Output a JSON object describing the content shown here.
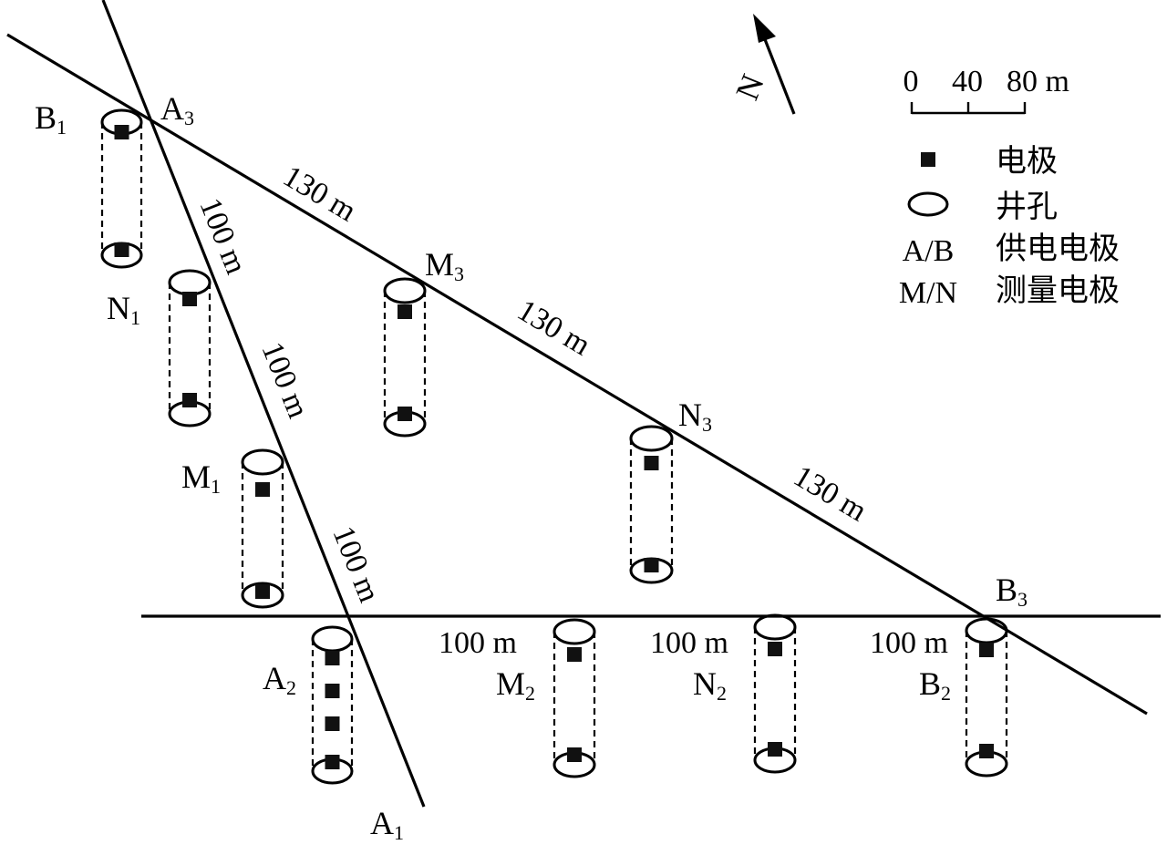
{
  "north": {
    "label": "N"
  },
  "scale": {
    "tick0": "0",
    "tick1": "40",
    "tick2": "80 m"
  },
  "legend": {
    "electrode": "电极",
    "borehole": "井孔",
    "supply_key": "A/B",
    "supply": "供电电极",
    "measure_key": "M/N",
    "measure": "测量电极"
  },
  "points": {
    "A1": {
      "main": "A",
      "sub": "1"
    },
    "B1": {
      "main": "B",
      "sub": "1"
    },
    "M1": {
      "main": "M",
      "sub": "1"
    },
    "N1": {
      "main": "N",
      "sub": "1"
    },
    "A2": {
      "main": "A",
      "sub": "2"
    },
    "B2": {
      "main": "B",
      "sub": "2"
    },
    "M2": {
      "main": "M",
      "sub": "2"
    },
    "N2": {
      "main": "N",
      "sub": "2"
    },
    "A3": {
      "main": "A",
      "sub": "3"
    },
    "B3": {
      "main": "B",
      "sub": "3"
    },
    "M3": {
      "main": "M",
      "sub": "3"
    },
    "N3": {
      "main": "N",
      "sub": "3"
    }
  },
  "distances": {
    "line1": [
      "100 m",
      "100 m",
      "100 m"
    ],
    "line2": [
      "100 m",
      "100 m",
      "100 m"
    ],
    "line3": [
      "130 m",
      "130 m",
      "130 m"
    ]
  }
}
